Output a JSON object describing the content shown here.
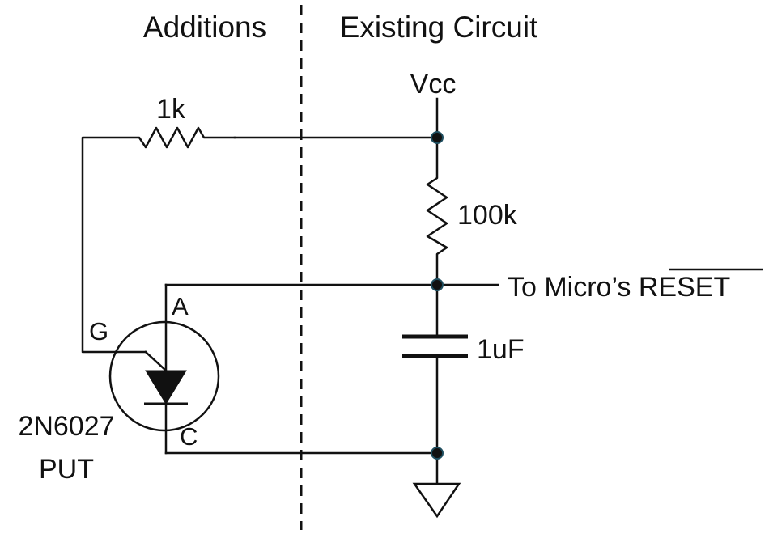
{
  "headers": {
    "left": "Additions",
    "right": "Existing Circuit"
  },
  "labels": {
    "vcc": "Vcc",
    "r_top": "1k",
    "r_right": "100k",
    "cap": "1uF",
    "reset_prefix": "To Micro’s ",
    "reset_signal": "RESET",
    "pin_anode": "A",
    "pin_gate": "G",
    "pin_cathode": "C",
    "part_number": "2N6027",
    "part_type": "PUT"
  },
  "colors": {
    "ink": "#111111",
    "node_ring": "#1f4e5f"
  }
}
